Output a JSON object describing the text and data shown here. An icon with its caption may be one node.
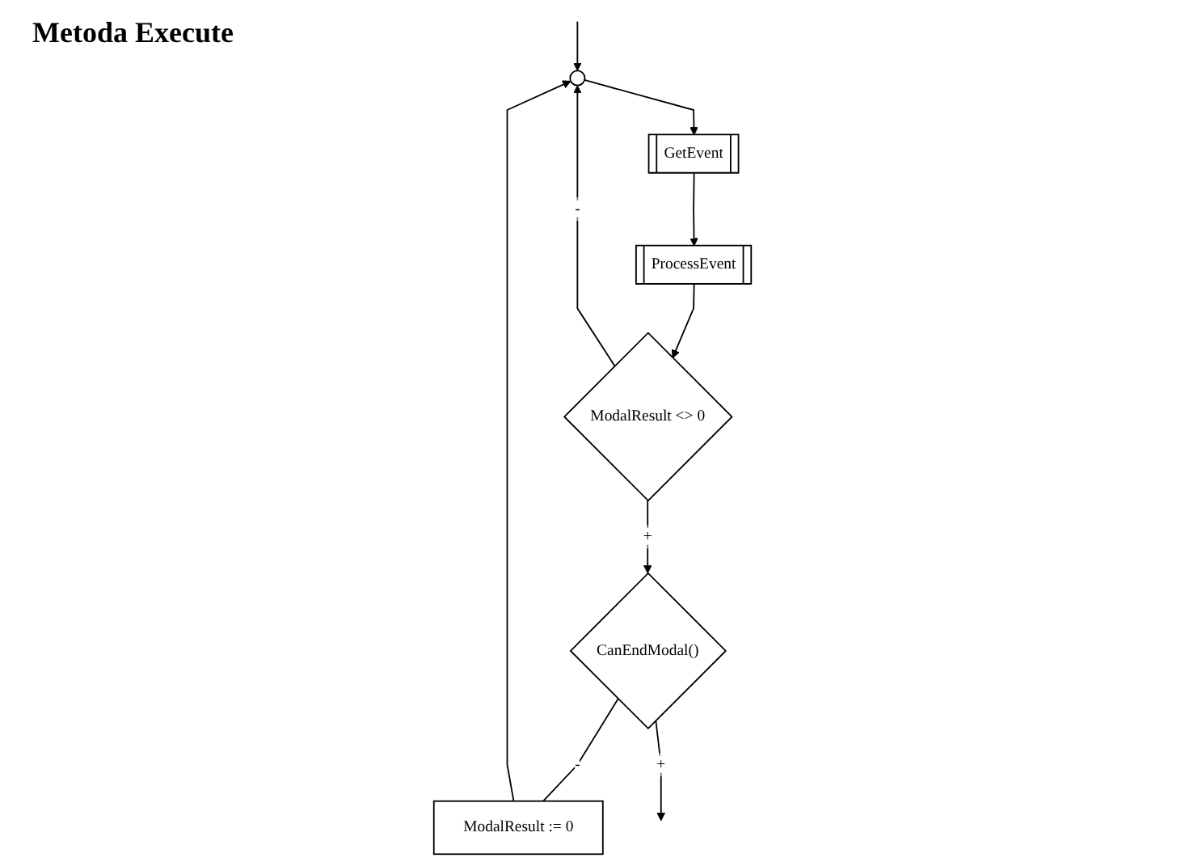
{
  "diagram": {
    "title": "Metoda Execute",
    "nodes": [
      {
        "text": [],
        "shape": "circle"
      },
      {
        "text": [
          "GetEvent"
        ]
      },
      {
        "text": [
          "ProcessEvent"
        ]
      },
      {
        "text": [
          "ModalResult <> 0"
        ]
      },
      {
        "text": [
          "CanEndModal()"
        ]
      },
      {
        "text": [
          "ModalResult := 0"
        ]
      }
    ],
    "edges": [
      {
        "from": null,
        "to": 0,
        "arrow": "to"
      },
      {
        "from": 0,
        "to": 1,
        "arrow": "to"
      },
      {
        "from": 1,
        "to": 2,
        "arrow": "to"
      },
      {
        "from": 2,
        "to": 3,
        "arrow": "to"
      },
      {
        "from": 3,
        "to": 0,
        "label": "-",
        "arrow": "to"
      },
      {
        "from": 3,
        "to": 4,
        "label": "+",
        "arrow": "to"
      },
      {
        "from": 4,
        "to": 5,
        "label": "-",
        "arrow": "none"
      },
      {
        "from": 5,
        "to": 0,
        "arrow": "to"
      },
      {
        "from": 4,
        "to": null,
        "label": "+",
        "arrow": "to"
      }
    ]
  }
}
